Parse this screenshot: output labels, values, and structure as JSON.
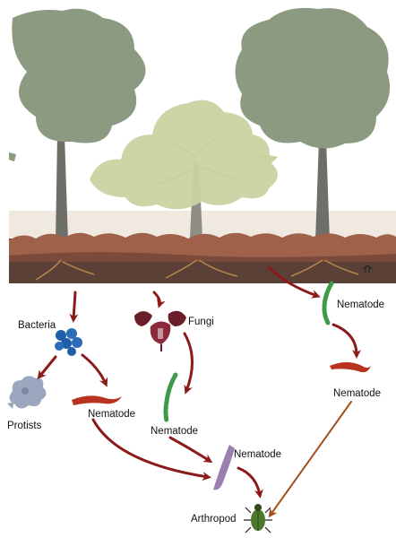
{
  "labels": {
    "bacteria": "Bacteria",
    "fungi": "Fungi",
    "protists": "Protists",
    "nematode_bacterial": "Nematode",
    "nematode_fungal": "Nematode",
    "nematode_predatory": "Nematode",
    "nematode_root": "Nematode",
    "nematode_root_predator": "Nematode",
    "arthropod": "Arthropod"
  },
  "colors": {
    "arrow_main": "#8b1a1a",
    "arrow_brown": "#a0521d",
    "sky": "#ffffff",
    "soil_top": "#a0614a",
    "soil_dark": "#5a4036",
    "canopy_grey": "#8b9a80",
    "canopy_light": "#c8d3a0",
    "bacteria": "#1f5fa8",
    "protist": "#9aa7bf",
    "fungi": "#6b1f2a",
    "nematode_green": "#3f9a48",
    "nematode_red": "#b8321e",
    "nematode_purple": "#9a7fb0",
    "beetle": "#4a7a2a"
  },
  "icons": [
    "tree-icon",
    "bacteria-icon",
    "fungi-icon",
    "protist-icon",
    "nematode-icon",
    "arthropod-icon"
  ]
}
